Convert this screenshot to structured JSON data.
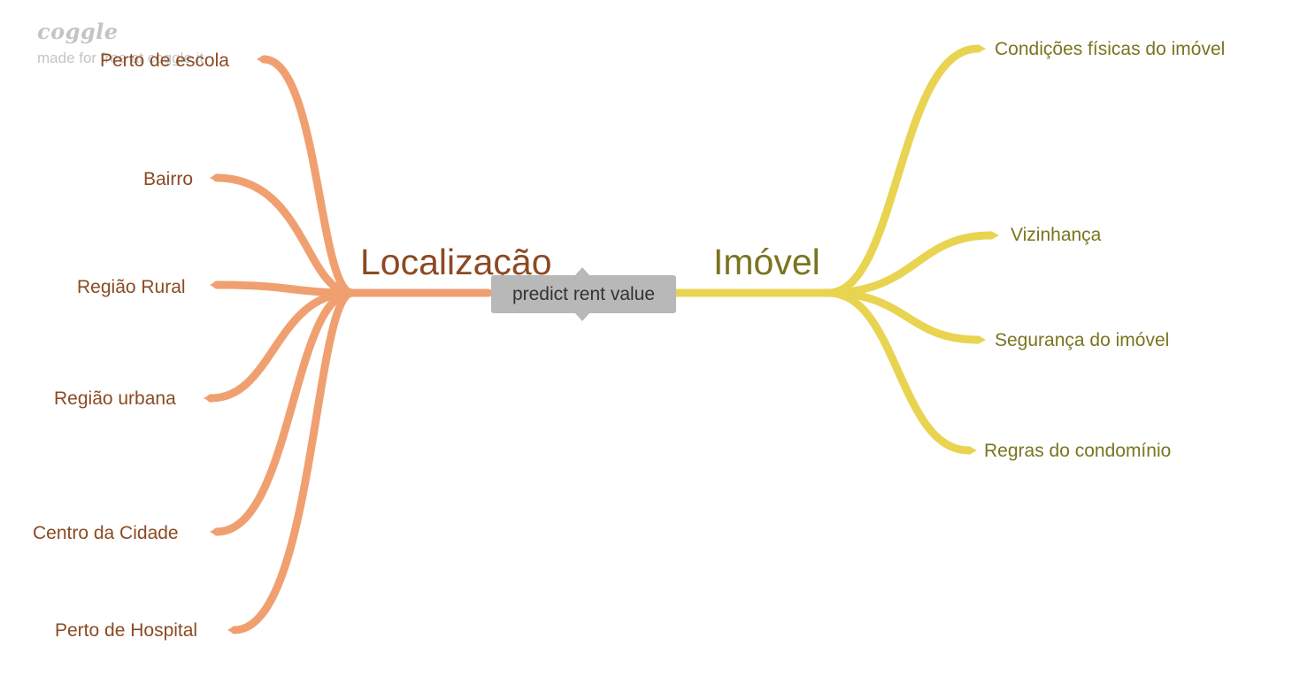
{
  "watermark": {
    "logo": "coggle",
    "subtitle": "made for free at coggle.it"
  },
  "central": {
    "label": "predict rent value",
    "color": "#b8b8b8"
  },
  "branches": {
    "left": {
      "label": "Localização",
      "color": "#f0a070",
      "children": [
        {
          "label": "Perto de escola"
        },
        {
          "label": "Bairro"
        },
        {
          "label": "Região Rural"
        },
        {
          "label": "Região urbana"
        },
        {
          "label": "Centro da Cidade"
        },
        {
          "label": "Perto de Hospital"
        }
      ]
    },
    "right": {
      "label": "Imóvel",
      "color": "#e8d450",
      "children": [
        {
          "label": "Condições físicas do imóvel"
        },
        {
          "label": "Vizinhança"
        },
        {
          "label": "Segurança do imóvel"
        },
        {
          "label": "Regras do condomínio"
        }
      ]
    }
  }
}
